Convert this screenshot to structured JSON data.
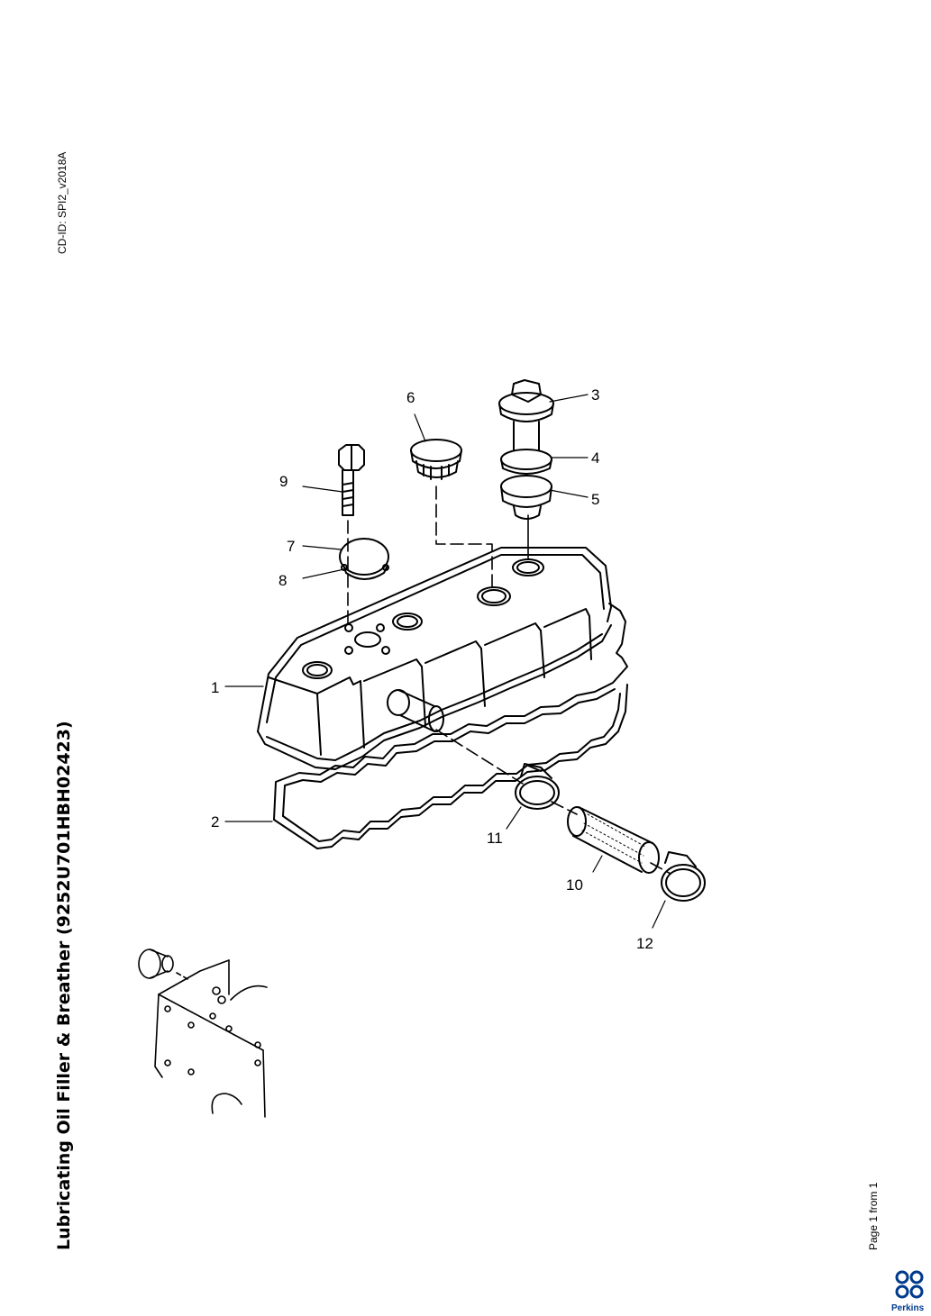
{
  "document": {
    "cd_id": "CD-ID: SPI2_v2018A",
    "title": "Lubricating Oil Filler & Breather (9252U701HBH02423)",
    "page_info": "Page 1 from 1"
  },
  "diagram": {
    "callouts": [
      "1",
      "2",
      "3",
      "4",
      "5",
      "6",
      "7",
      "8",
      "9",
      "10",
      "11",
      "12"
    ]
  },
  "brand": {
    "name": "Perkins",
    "color": "#003a8c"
  }
}
